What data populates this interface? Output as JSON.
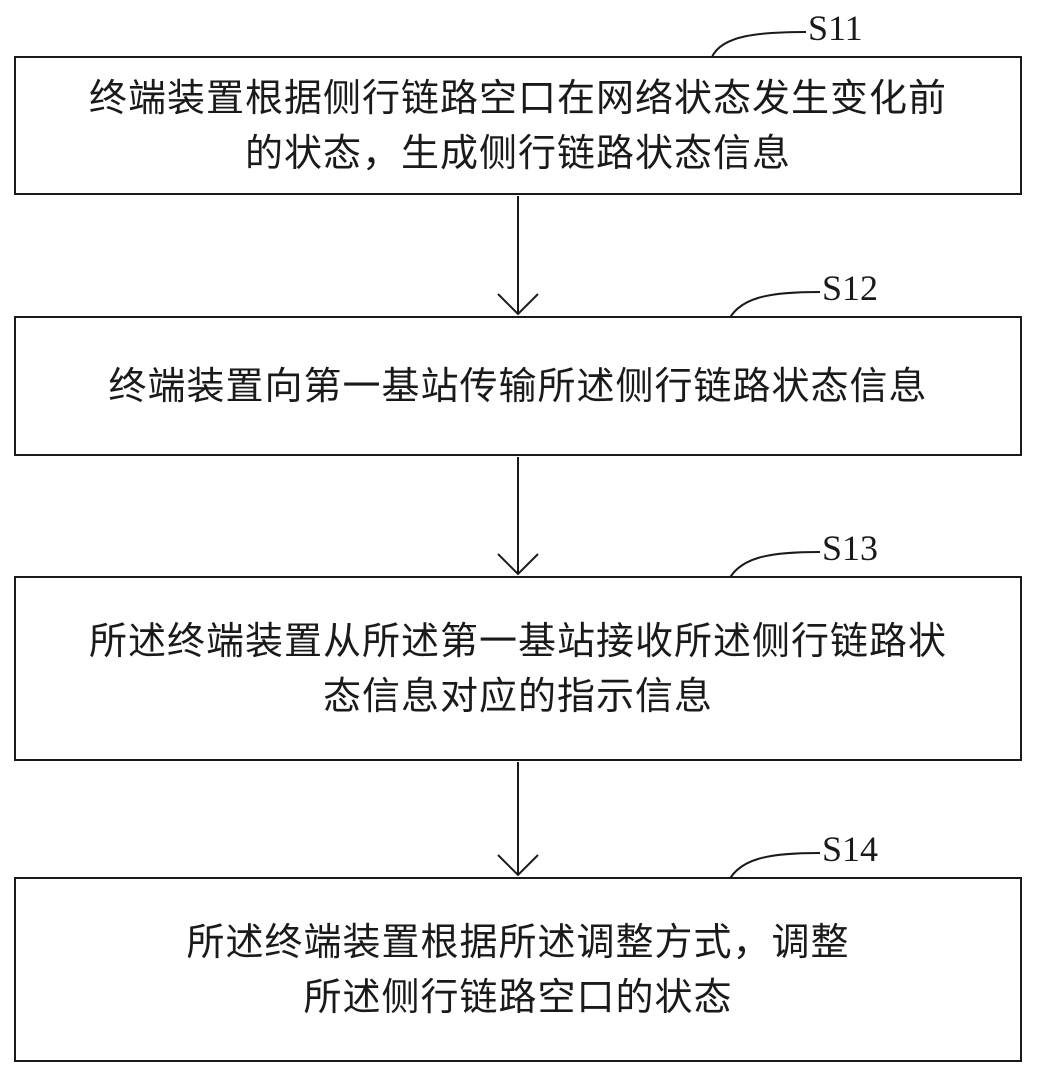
{
  "steps": [
    {
      "id": "S11",
      "label": "S11",
      "text": "终端装置根据侧行链路空口在网络状态发生变化前\n的状态，生成侧行链路状态信息"
    },
    {
      "id": "S12",
      "label": "S12",
      "text": "终端装置向第一基站传输所述侧行链路状态信息"
    },
    {
      "id": "S13",
      "label": "S13",
      "text": "所述终端装置从所述第一基站接收所述侧行链路状\n态信息对应的指示信息"
    },
    {
      "id": "S14",
      "label": "S14",
      "text": "所述终端装置根据所述调整方式，调整\n所述侧行链路空口的状态"
    }
  ]
}
